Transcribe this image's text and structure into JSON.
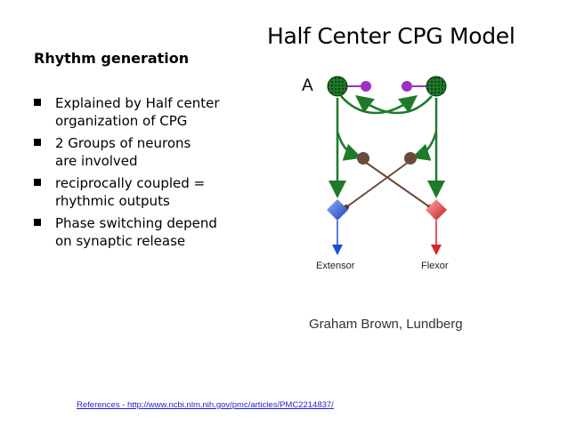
{
  "title": "Half Center CPG Model",
  "section_heading": "Rhythm generation",
  "bullets": [
    {
      "line1": "Explained by Half center",
      "line2": "organization of CPG"
    },
    {
      "line1": "2 Groups  of neurons",
      "line2": "are involved"
    },
    {
      "line1": "reciprocally coupled =",
      "line2": "rhythmic outputs"
    },
    {
      "line1": "Phase switching depend",
      "line2": "on synaptic release"
    }
  ],
  "diagram": {
    "panel_label": "A",
    "extensor_label": "Extensor",
    "flexor_label": "Flexor",
    "attribution": "Graham Brown, Lundberg",
    "colors": {
      "pacemaker_green": "#1e7a2a",
      "interneuron_purple": "#9b30c4",
      "inhibitory_brown": "#6a4a3a",
      "extensor_blue": "#1a4fd6",
      "flexor_red": "#d92424"
    }
  },
  "references": {
    "label": "References   - http://www.ncbi.nlm.nih.gov/pmc/articles/PMC2214837/"
  }
}
